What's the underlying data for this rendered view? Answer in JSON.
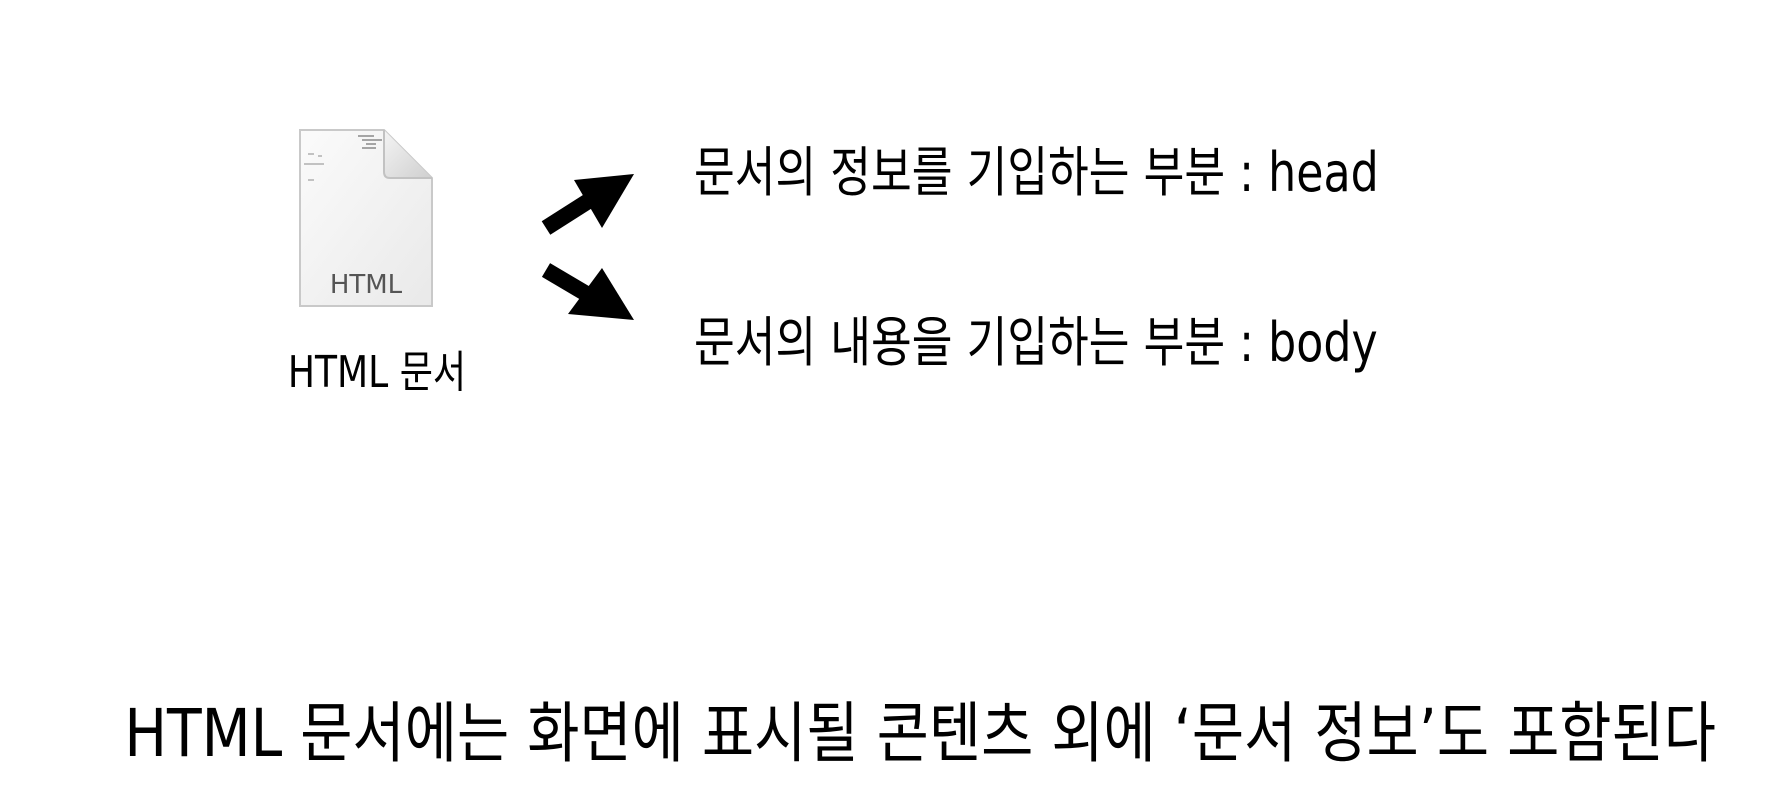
{
  "document_icon": {
    "badge": "HTML",
    "label": "HTML 문서"
  },
  "parts": [
    {
      "text": "문서의 정보를 기입하는 부분 : head"
    },
    {
      "text": "문서의 내용을 기입하는 부분 : body"
    }
  ],
  "caption": "HTML 문서에는 화면에 표시될 콘텐츠 외에 ‘문서 정보’도 포함된다"
}
